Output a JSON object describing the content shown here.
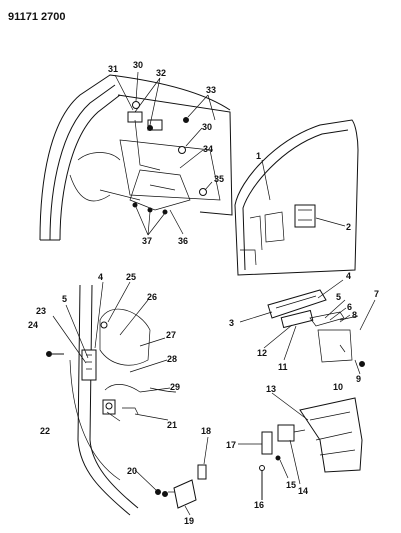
{
  "header": {
    "code": "91171 2700"
  },
  "callouts": {
    "c1": "1",
    "c2": "2",
    "c3": "3",
    "c4a": "4",
    "c4b": "4",
    "c5a": "5",
    "c5b": "5",
    "c6": "6",
    "c7": "7",
    "c8": "8",
    "c9": "9",
    "c10": "10",
    "c11": "11",
    "c12": "12",
    "c13": "13",
    "c14": "14",
    "c15": "15",
    "c16": "16",
    "c17": "17",
    "c18": "18",
    "c19": "19",
    "c20": "20",
    "c21": "21",
    "c22": "22",
    "c23": "23",
    "c24": "24",
    "c25": "25",
    "c26": "26",
    "c27": "27",
    "c28": "28",
    "c29": "29",
    "c30a": "30",
    "c30b": "30",
    "c31": "31",
    "c32": "32",
    "c33": "33",
    "c34": "34",
    "c35": "35",
    "c36": "36",
    "c37": "37"
  }
}
